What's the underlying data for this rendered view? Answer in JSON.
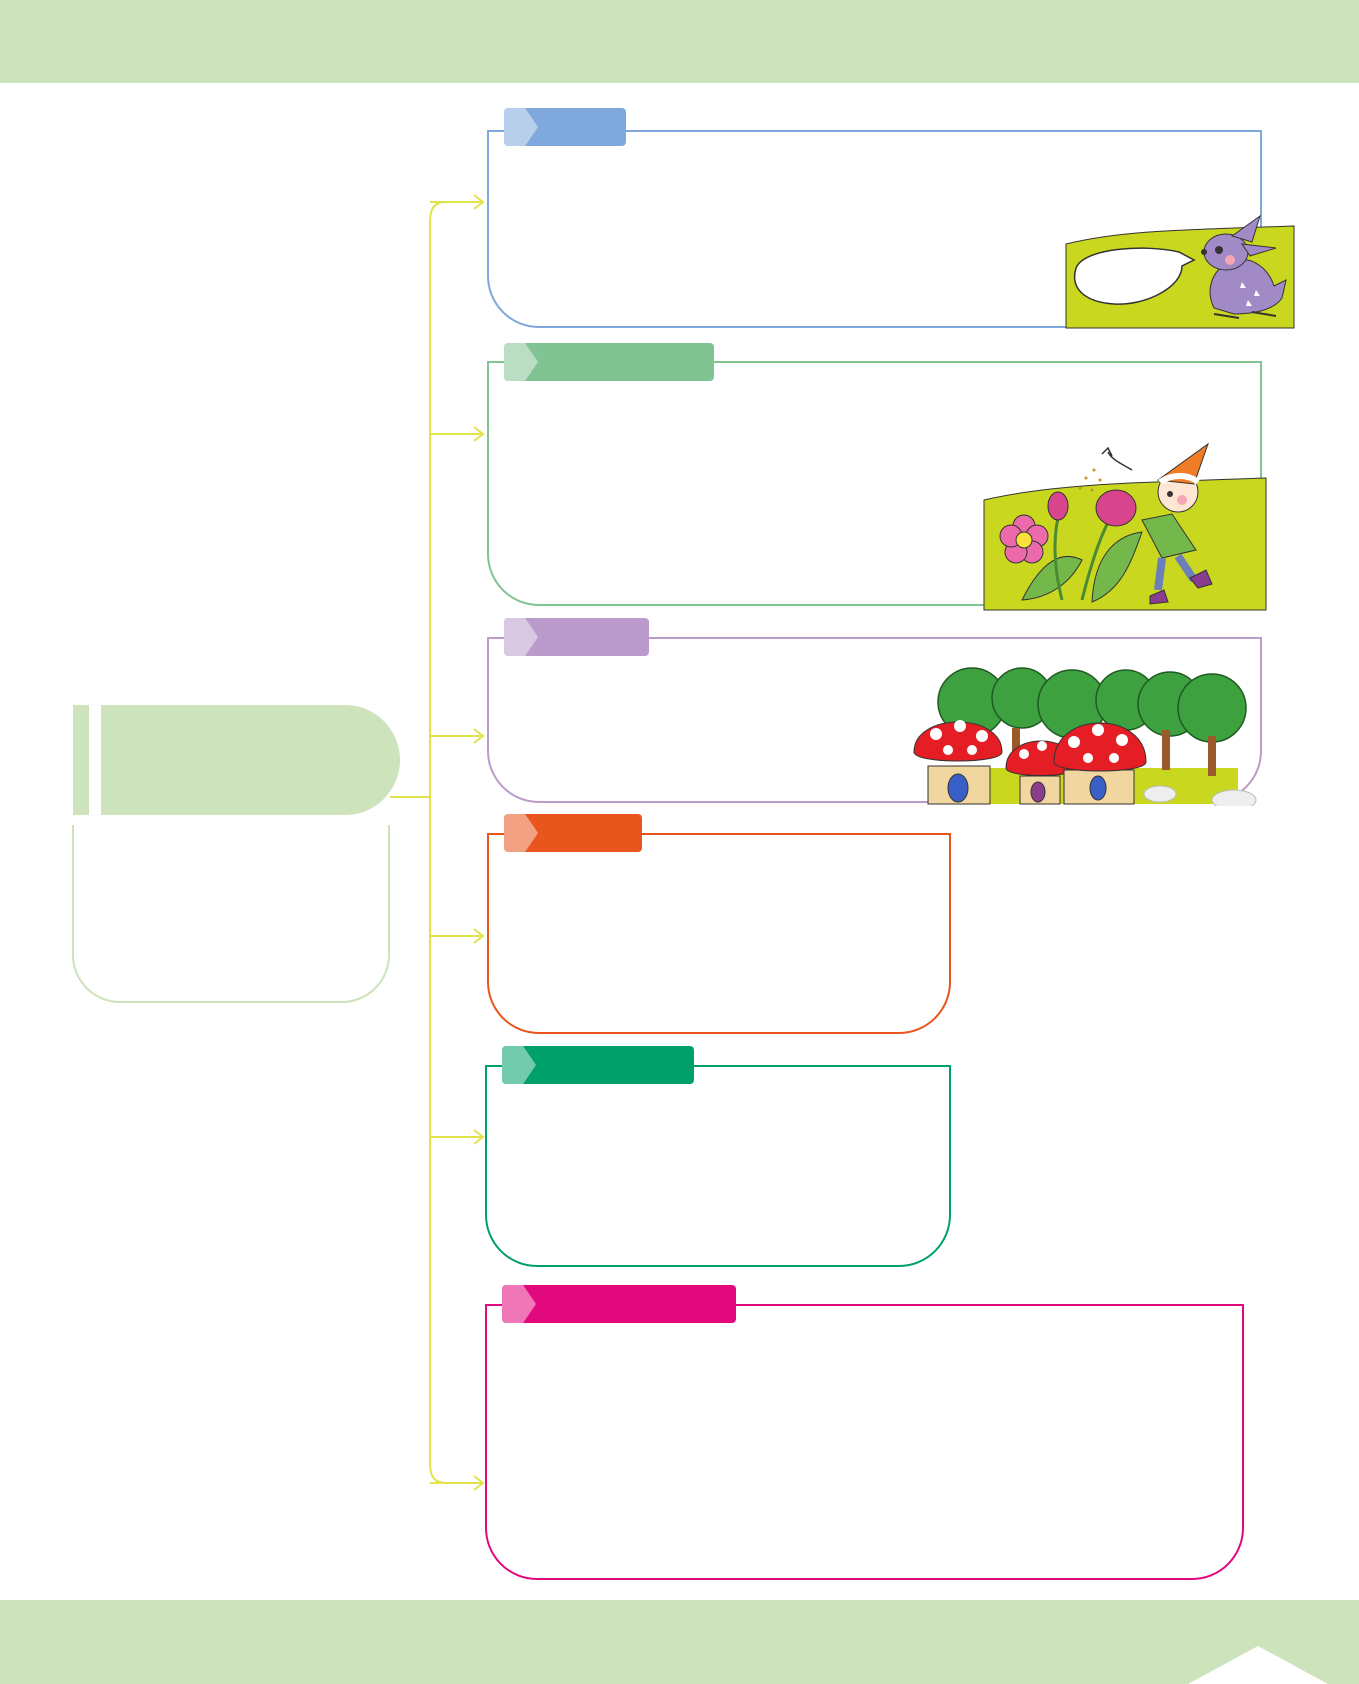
{
  "colors": {
    "band": "#cce3bb",
    "root": "#cce3bb",
    "connector": "#e0e34a",
    "branches": [
      "#7fa8dc",
      "#80c493",
      "#bb9bcb",
      "#e8561d",
      "#00a06a",
      "#e2097f"
    ]
  },
  "root": {
    "title": "",
    "body": ""
  },
  "branches": [
    {
      "label": "",
      "body": ""
    },
    {
      "label": "",
      "body": ""
    },
    {
      "label": "",
      "body": ""
    },
    {
      "label": "",
      "body": ""
    },
    {
      "label": "",
      "body": ""
    },
    {
      "label": "",
      "body": ""
    }
  ],
  "illustrations": [
    "fawn-illustration",
    "gnome-flowers-illustration",
    "mushroom-houses-illustration"
  ]
}
